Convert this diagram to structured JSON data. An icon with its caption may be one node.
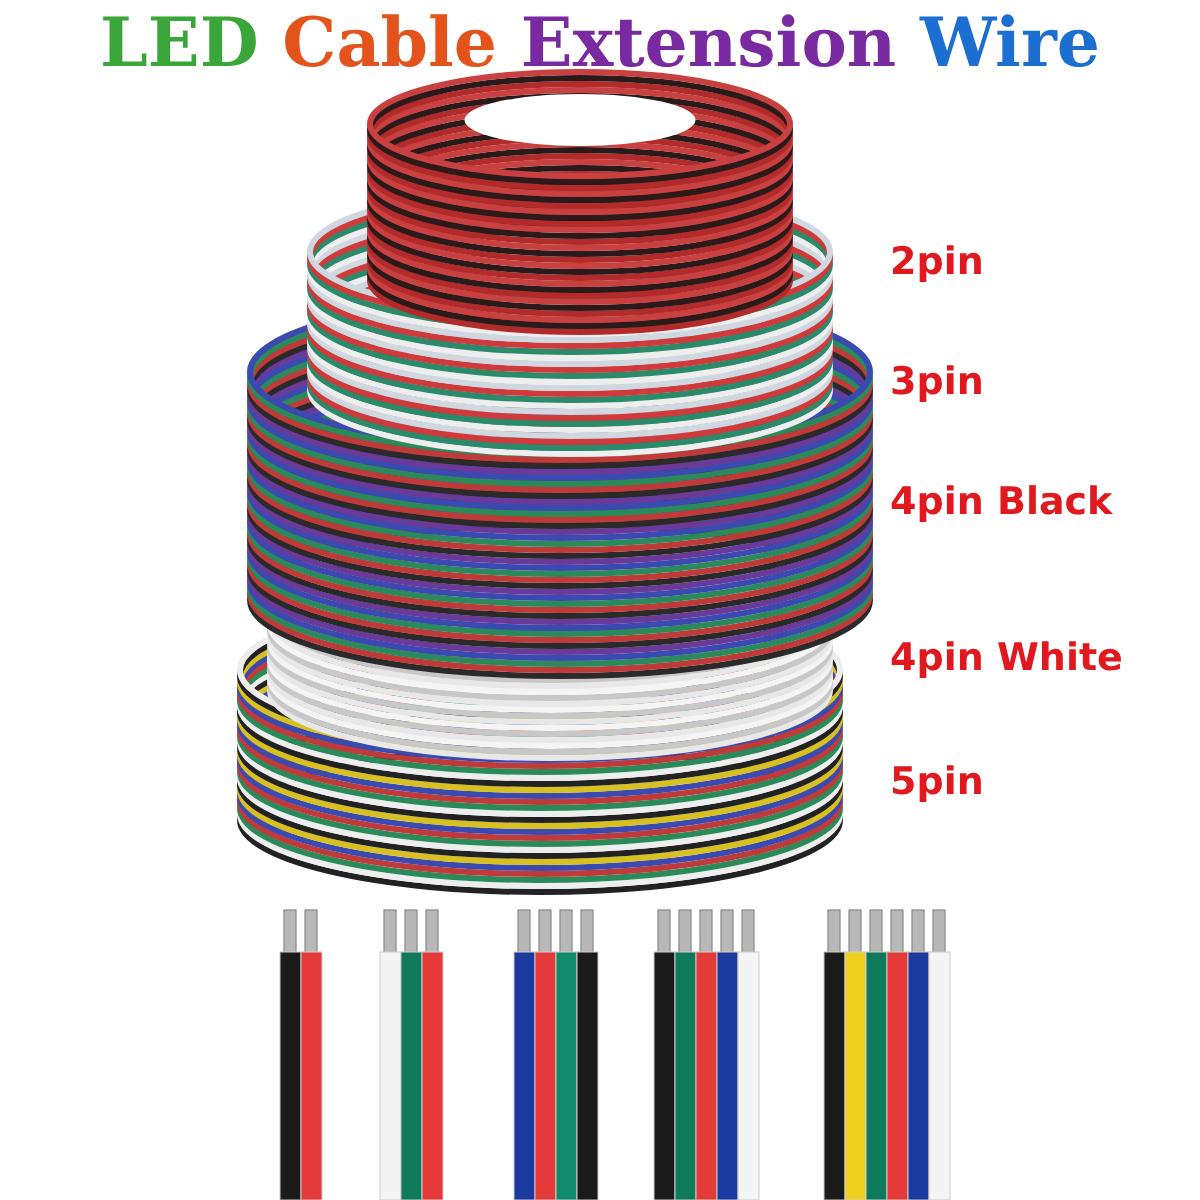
{
  "diagram": {
    "title": "LED Cable Extension Wire",
    "labels": [
      "2pin",
      "3pin",
      "4pin Black",
      "4pin White",
      "5pin"
    ]
  }
}
